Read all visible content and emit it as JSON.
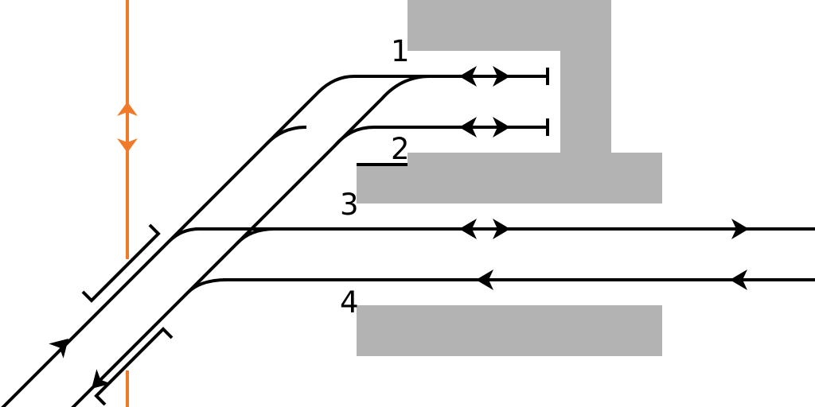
{
  "diagram": {
    "type": "railway-track-layout",
    "track_labels": [
      "1",
      "2",
      "3",
      "4"
    ],
    "colors": {
      "platform": "#b3b3b3",
      "track": "#000000",
      "crossing_line": "#f07a2a"
    },
    "icons": [
      "arrow-left-icon",
      "arrow-right-icon",
      "buffer-stop-icon",
      "bridge-icon"
    ]
  }
}
